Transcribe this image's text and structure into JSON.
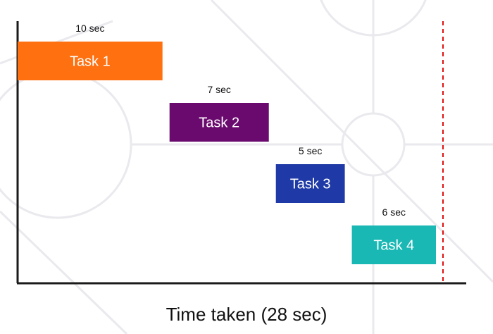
{
  "chart_data": {
    "type": "bar",
    "xlabel": "Time taken (28 sec)",
    "total": 28,
    "tasks": [
      {
        "name": "Task 1",
        "duration_label": "10 sec",
        "start": 0,
        "duration": 10,
        "color": "#ff7011"
      },
      {
        "name": "Task 2",
        "duration_label": "7 sec",
        "start": 10,
        "duration": 7,
        "color": "#6a0a6e"
      },
      {
        "name": "Task 3",
        "duration_label": "5 sec",
        "start": 17,
        "duration": 5,
        "color": "#1f3aa6"
      },
      {
        "name": "Task 4",
        "duration_label": "6 sec",
        "start": 22,
        "duration": 6,
        "color": "#19b8b4"
      }
    ],
    "limit_line_color": "#e01010"
  }
}
